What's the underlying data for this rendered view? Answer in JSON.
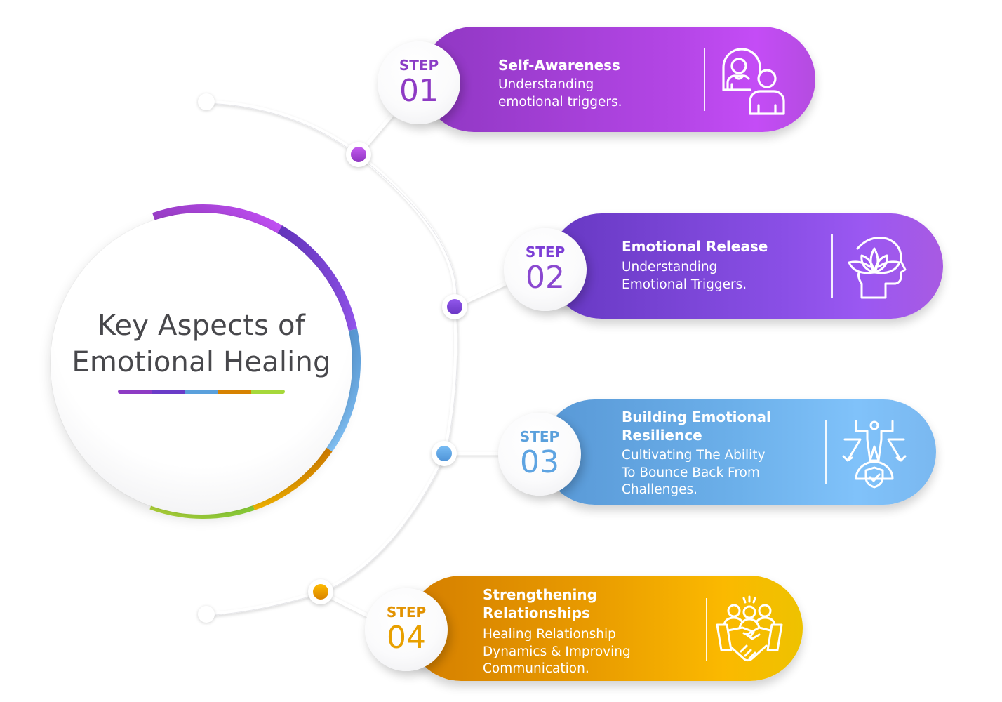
{
  "title": {
    "line1": "Key Aspects of",
    "line2": "Emotional Healing"
  },
  "palette": [
    "#8e3bc4",
    "#6a3cc8",
    "#5aa0dc",
    "#d78200",
    "#a6d83a"
  ],
  "ring_segments": [
    {
      "name": "violet",
      "from": "#9a3ec8",
      "to": "#c14ff3"
    },
    {
      "name": "purple",
      "from": "#6536be",
      "to": "#9455ee"
    },
    {
      "name": "blue",
      "from": "#5a9ad6",
      "to": "#85c6fb"
    },
    {
      "name": "orange",
      "from": "#d78200",
      "to": "#ffbd00"
    },
    {
      "name": "green",
      "from": "#8ed63b",
      "to": "#b5da3b"
    }
  ],
  "steps": [
    {
      "step_label": "STEP",
      "number": "01",
      "title": "Self-Awareness",
      "description_lines": [
        "Understanding",
        "emotional triggers."
      ],
      "icon": "self-reflection-mirror-icon",
      "color_start": "#8f37c2",
      "color_end": "#c44cf6",
      "accent": "#8e3bc4",
      "dot_color": "#b043e0"
    },
    {
      "step_label": "STEP",
      "number": "02",
      "title": "Emotional Release",
      "description_lines": [
        "Understanding",
        "Emotional Triggers."
      ],
      "icon": "lotus-head-icon",
      "color_start": "#6638c2",
      "color_end": "#a458ee",
      "accent": "#8a48d8",
      "dot_color": "#7c45dc"
    },
    {
      "step_label": "STEP",
      "number": "03",
      "title_lines": [
        "Building Emotional",
        "Resilience"
      ],
      "description_lines": [
        "Cultivating The Ability",
        "To Bounce Back From",
        "Challenges."
      ],
      "icon": "resilience-shield-person-icon",
      "color_start": "#5898d6",
      "color_end": "#88c8fc",
      "accent": "#5aa0dc",
      "dot_color": "#5ea6e4"
    },
    {
      "step_label": "STEP",
      "number": "04",
      "title_lines": [
        "Strengthening",
        "Relationships"
      ],
      "description_lines": [
        "Healing Relationship",
        "Dynamics & Improving",
        "Communication."
      ],
      "icon": "handshake-group-icon",
      "color_start": "#d47e00",
      "color_end": "#f6c800",
      "accent": "#e29200",
      "dot_color": "#f0a400"
    }
  ]
}
